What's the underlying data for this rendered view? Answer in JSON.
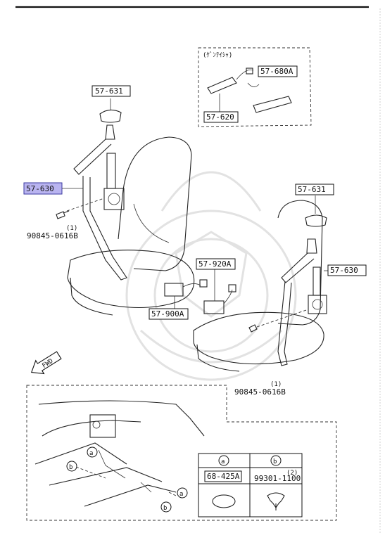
{
  "callouts": {
    "top_belt_anchor": "57-631",
    "left_belt_assembly": "57-630",
    "left_bolt_part": "90845-0616B",
    "left_bolt_qty": "(1)",
    "inset_label": "(ｹﾞﾝﾃｲｼｬ)",
    "inset_buckle_a": "57-680A",
    "inset_buckle_b": "57-620",
    "buckle_left": "57-900A",
    "buckle_right": "57-920A",
    "right_belt_anchor": "57-631",
    "right_belt_assembly": "57-630",
    "right_bolt_part": "90845-0616B",
    "right_bolt_qty": "(1)",
    "fwd_label": "FWD"
  },
  "legend": {
    "col_a_symbol": "a",
    "col_b_symbol": "b",
    "col_a_part": "68-425A",
    "col_b_part": "99301-1100",
    "col_b_qty": "(2)"
  },
  "floor_markers": {
    "a1": "a",
    "b1": "b",
    "a2": "a",
    "b2": "b"
  },
  "colors": {
    "highlight": "#b9b4f0",
    "line": "#222222",
    "watermark": "#e2e2e2"
  }
}
